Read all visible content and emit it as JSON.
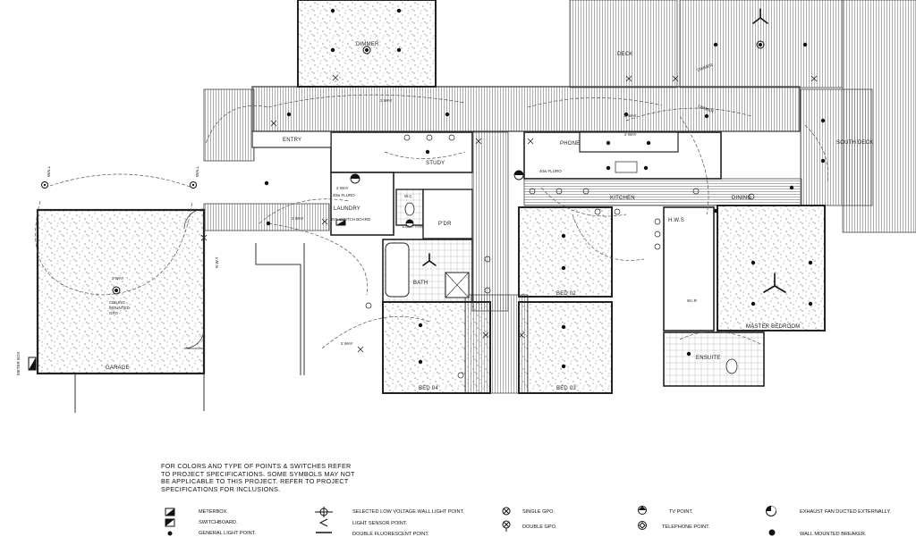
{
  "rooms": {
    "entry": "ENTRY",
    "study": "STUDY",
    "laundry": "LAUNDRY",
    "switchboard_label": "INT. SWITCH BOARD",
    "garage": "GARAGE",
    "meter_box": "METER BOX",
    "bath": "BATH",
    "wc": "W.C",
    "pdr": "P'DR",
    "bed4": "BED 04",
    "bed3": "BED 03",
    "bed2": "BED 02",
    "kitchen": "KITCHEN",
    "dining": "DINING",
    "deck": "DECK",
    "south_deck": "SOUTH DECK",
    "master": "MASTER BEDROOM",
    "ensuite": "ENSUITE",
    "wir": "W.I.R",
    "hws": "H.W.S",
    "phone": "PHONE",
    "ceiling_gpo": [
      "CEILING",
      "MOUNTED",
      "GPO"
    ]
  },
  "annotations": {
    "two_way": "2 WAY",
    "dimmer": "DIMMER",
    "fluro": "40w FLURO",
    "light_fan": "LIGHT FAN",
    "rwt": "R.W.T",
    "wall": "WALL"
  },
  "notes": [
    "FOR COLORS AND TYPE OF POINTS & SWITCHES REFER",
    "TO PROJECT SPECIFICATIONS. SOME SYMBOLS MAY NOT",
    "BE APPLICABLE TO THIS PROJECT. REFER TO PROJECT",
    "SPECIFICATIONS FOR INCLUSIONS."
  ],
  "legend": {
    "meterbox": "METERBOX.",
    "switchboard": "SWITCHBOARD.",
    "general_light": "GENERAL LIGHT POINT.",
    "low_voltage": "SELECTED LOW VOLTAGE WALL LIGHT POINT.",
    "light_sensor": "LIGHT SENSOR POINT.",
    "double_fluoro": "DOUBLE FLUORESCENT POINT.",
    "single_gpo": "SINGLE GPO.",
    "double_gpo": "DOUBLE GPO.",
    "tv_point": "TV POINT.",
    "telephone_point": "TELEPHONE POINT.",
    "exhaust_fan": "EXHAUST FAN DUCTED EXTERNALLY.",
    "wall_breaker": "WALL MOUNTED BREAKER."
  }
}
